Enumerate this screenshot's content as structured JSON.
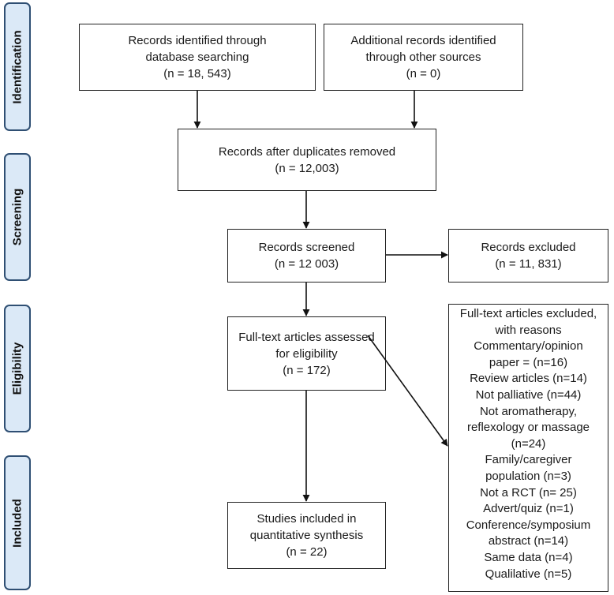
{
  "phases": {
    "identification": "Identification",
    "screening": "Screening",
    "eligibility": "Eligibility",
    "included": "Included"
  },
  "boxes": {
    "database": [
      "Records identified through",
      "database searching",
      "(n = 18, 543)"
    ],
    "other_sources": [
      "Additional records identified",
      "through other sources",
      "(n = 0)"
    ],
    "duplicates_removed": [
      "Records after duplicates removed",
      "(n = 12,003)"
    ],
    "screened": [
      "Records screened",
      "(n = 12 003)"
    ],
    "excluded": [
      "Records excluded",
      "(n = 11, 831)"
    ],
    "fulltext_assessed": [
      "Full-text articles assessed",
      "for eligibility",
      "(n = 172)"
    ],
    "fulltext_excluded": [
      "Full-text articles excluded,",
      "with reasons",
      "Commentary/opinion",
      "paper = (n=16)",
      "Review articles (n=14)",
      "Not palliative (n=44)",
      "Not aromatherapy,",
      "reflexology or massage",
      "(n=24)",
      "Family/caregiver",
      "population (n=3)",
      "Not a RCT (n= 25)",
      "Advert/quiz (n=1)",
      "Conference/symposium",
      "abstract (n=14)",
      "Same data (n=4)",
      "Qualilative (n=5)"
    ],
    "included": [
      "Studies included in",
      "quantitative synthesis",
      "(n = 22)"
    ]
  }
}
